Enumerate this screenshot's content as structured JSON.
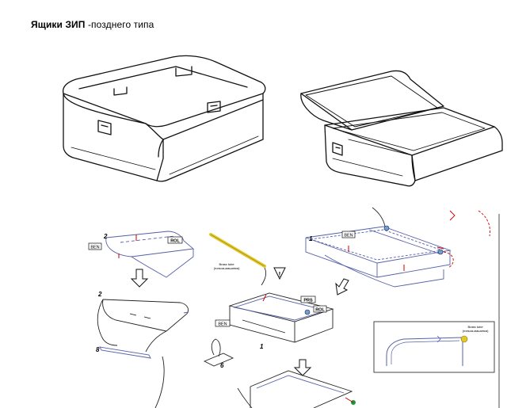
{
  "heading": {
    "bold": "Ящики ЗИП",
    "rest": "-позднего типа"
  },
  "diagram": {
    "labels": {
      "ben": "BEN",
      "rol": "ROL",
      "prs": "PRS",
      "step_2a": "2",
      "step_2b": "2",
      "step_1a": "1",
      "step_1b": "1",
      "step_8": "8",
      "step_6": "6",
      "brass_tube_left": "Brass tube",
      "brass_tube_left_ru": "(гильза-машинка)",
      "brass_tube_right": "Brass tube",
      "brass_tube_right_ru": "(гильза-машинка)",
      "warning": "!"
    }
  }
}
